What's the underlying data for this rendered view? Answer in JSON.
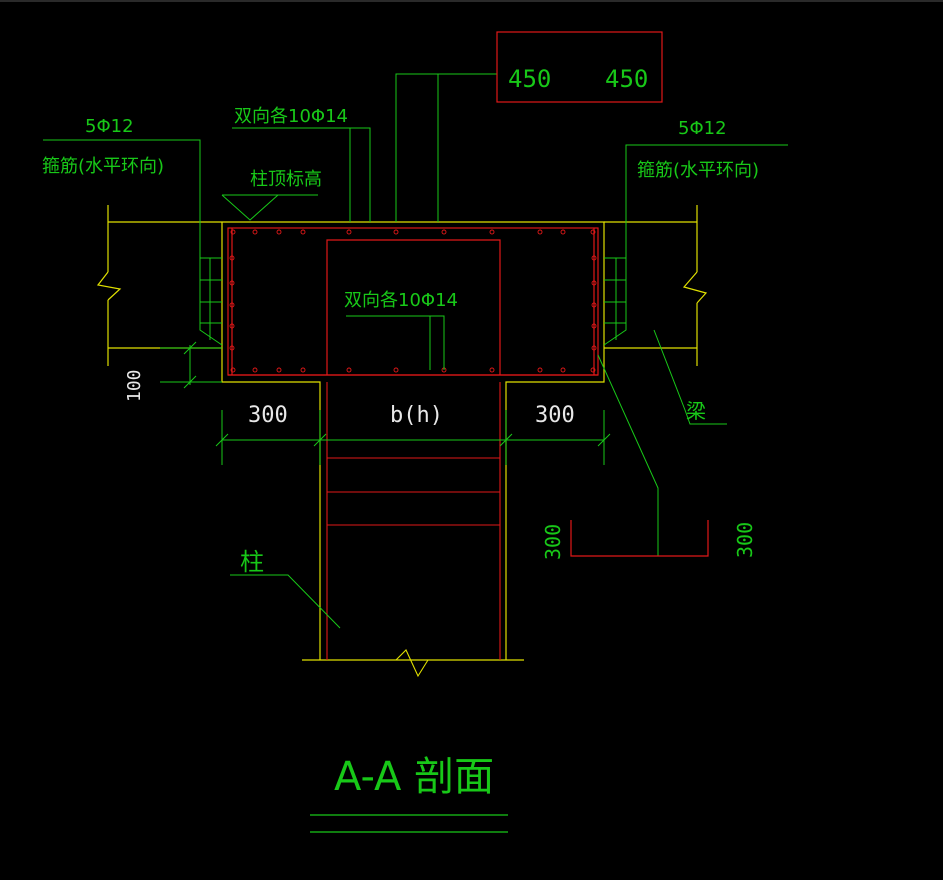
{
  "colors": {
    "background": "#000000",
    "concrete_outline": "#e0e000",
    "rebar": "#e01818",
    "annotation": "#18c818",
    "dimension_text": "#e8e8e8"
  },
  "labels": {
    "title": "A-A 剖面",
    "top_dim_left": "450",
    "top_dim_right": "450",
    "left_stirrup_qty": "5Φ12",
    "left_stirrup_desc": "箍筋(水平环向)",
    "right_stirrup_qty": "5Φ12",
    "right_stirrup_desc": "箍筋(水平环向)",
    "top_bidirectional": "双向各10Φ14",
    "inner_bidirectional": "双向各10Φ14",
    "column_top_elevation": "柱顶标高",
    "beam": "梁",
    "column": "柱",
    "dim_100": "100",
    "dim_left_300": "300",
    "dim_center": "b(h)",
    "dim_right_300": "300",
    "detail_dim_left": "300",
    "detail_dim_right": "300"
  }
}
